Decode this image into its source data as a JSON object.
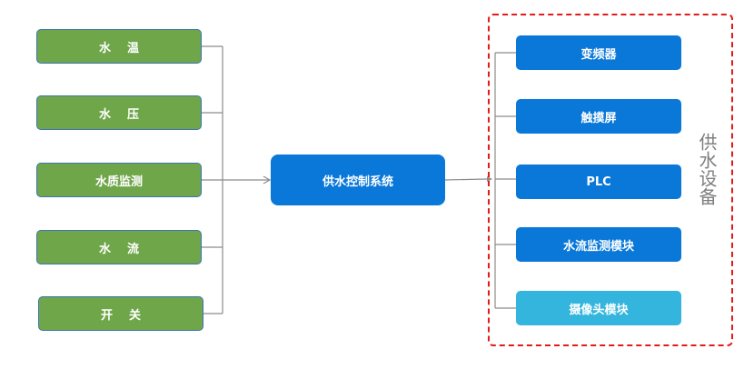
{
  "inputs": [
    {
      "label": "水    温"
    },
    {
      "label": "水    压"
    },
    {
      "label": "水质监测"
    },
    {
      "label": "水    流"
    },
    {
      "label": "开    关"
    }
  ],
  "center": {
    "label": "供水控制系统"
  },
  "devices": [
    {
      "label": "变频器"
    },
    {
      "label": "触摸屏"
    },
    {
      "label": "PLC"
    },
    {
      "label": "水流监测模块"
    },
    {
      "label": "摄像头模块"
    }
  ],
  "group": {
    "label": "供水设备"
  },
  "colors": {
    "input_fill": "#70a64a",
    "input_border": "#3a74b4",
    "device_fill": "#0a78d8",
    "camera_fill": "#33b5dd",
    "group_border": "#e21a1a",
    "connector": "#8c8c8c"
  }
}
